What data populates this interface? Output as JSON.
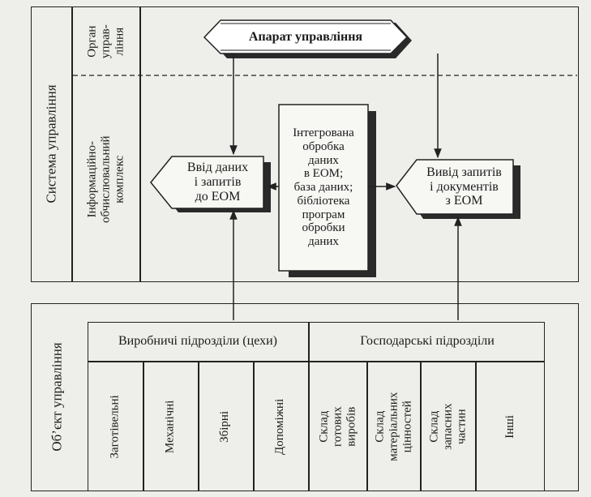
{
  "top_section": {
    "system_label": "Система управління",
    "organ_label": "Орган\nуправ-\nління",
    "complex_label": "Інформаційно-\nобчислювальний\nкомплекс",
    "apparatus": "Апарат управління",
    "central_block": "Інтегрована\nобробка\nданих\nв ЕОМ;\nбаза даних;\nбібліотека\nпрограм\nобробки\nданих",
    "input_block": "Ввід даних\nі запитів\nдо ЕОМ",
    "output_block": "Вивід запитів\nі документів\nз ЕОМ"
  },
  "bottom_section": {
    "object_label": "Об’єкт управління",
    "production_header": "Виробничі підрозділи (цехи)",
    "economic_header": "Господарські підрозділи",
    "production_units": [
      "Заготівельні",
      "Механічні",
      "Збірні",
      "Допоміжні"
    ],
    "economic_units": [
      "Склад\nготових\nвиробів",
      "Склад\nматеріальних\nцінностей",
      "Склад\nзапасних\nчастин",
      "Інші"
    ]
  },
  "colors": {
    "line": "#222222",
    "background": "#eeeeea",
    "banner_fill": "#ffffff",
    "shadow": "#2a2a2a"
  }
}
